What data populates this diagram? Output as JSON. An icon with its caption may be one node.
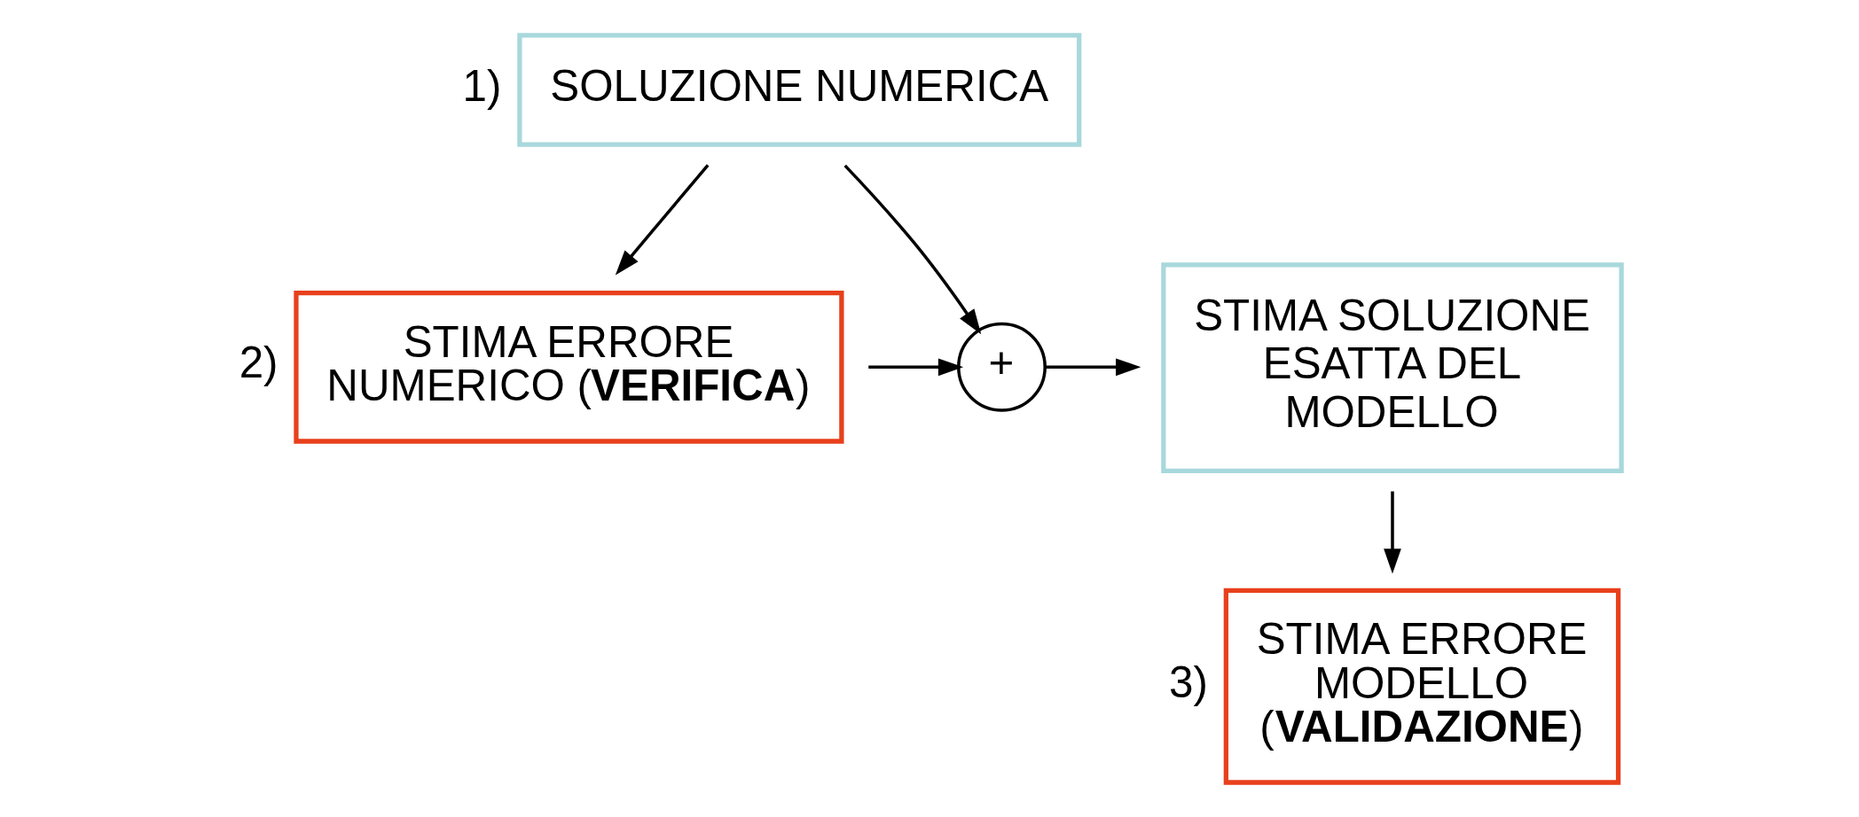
{
  "diagram": {
    "nodes": [
      {
        "text": [
          "SOLUZIONE NUMERICA"
        ],
        "beside": [
          "1)"
        ]
      },
      {
        "text": [
          "STIMA ERRORE NUMERICO (**VERIFICA**)"
        ],
        "beside": [
          "2)"
        ]
      },
      {
        "text": [
          "+"
        ]
      },
      {
        "text": [
          "STIMA SOLUZIONE ESATTA DEL MODELLO"
        ]
      },
      {
        "text": [
          "STIMA ERRORE MODELLO (**VALIDAZIONE**)"
        ],
        "beside": [
          "3)"
        ]
      }
    ],
    "edges": [
      {
        "from": 0,
        "to": 1,
        "arrow": "to"
      },
      {
        "from": 0,
        "to": 2,
        "arrow": "to"
      },
      {
        "from": 1,
        "to": 2,
        "arrow": "to"
      },
      {
        "from": 2,
        "to": 3,
        "arrow": "to"
      },
      {
        "from": 3,
        "to": 4,
        "arrow": "to"
      }
    ]
  }
}
